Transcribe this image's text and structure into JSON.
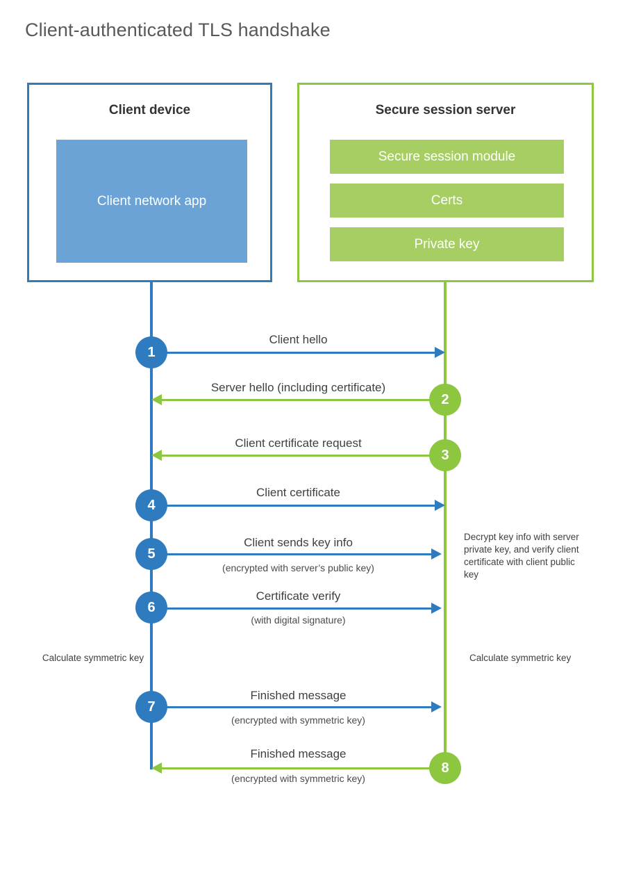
{
  "title": "Client-authenticated TLS handshake",
  "colors": {
    "client_blue": "#2e7cbf",
    "client_app_fill": "#6ba3d6",
    "server_green": "#8dc63f",
    "server_block_fill": "#a7ce62",
    "title_gray": "#58595b",
    "text_gray": "#3f3f3f",
    "background": "#ffffff"
  },
  "actors": {
    "client": {
      "title": "Client device",
      "blocks": [
        {
          "label": "Client network app"
        }
      ]
    },
    "server": {
      "title": "Secure session server",
      "blocks": [
        {
          "label": "Secure session module"
        },
        {
          "label": "Certs"
        },
        {
          "label": "Private key"
        }
      ]
    }
  },
  "messages": [
    {
      "number": "1",
      "label": "Client hello",
      "sublabel": "",
      "direction": "client-to-server",
      "badge_side": "client"
    },
    {
      "number": "2",
      "label": "Server hello (including certificate)",
      "sublabel": "",
      "direction": "server-to-client",
      "badge_side": "server"
    },
    {
      "number": "3",
      "label": "Client certificate request",
      "sublabel": "",
      "direction": "server-to-client",
      "badge_side": "server"
    },
    {
      "number": "4",
      "label": "Client certificate",
      "sublabel": "",
      "direction": "client-to-server",
      "badge_side": "client"
    },
    {
      "number": "5",
      "label": "Client sends key info",
      "sublabel": "(encrypted with server’s public key)",
      "direction": "client-to-server",
      "badge_side": "client"
    },
    {
      "number": "6",
      "label": "Certificate verify",
      "sublabel": "(with digital signature)",
      "direction": "client-to-server",
      "badge_side": "client"
    },
    {
      "number": "7",
      "label": "Finished message",
      "sublabel": "(encrypted with symmetric key)",
      "direction": "client-to-server",
      "badge_side": "client"
    },
    {
      "number": "8",
      "label": "Finished message",
      "sublabel": "(encrypted with symmetric key)",
      "direction": "server-to-client",
      "badge_side": "server"
    }
  ],
  "notes": {
    "server_decrypt": "Decrypt key info with server private key, and verify client certificate with client public key",
    "client_calculate": "Calculate symmetric key",
    "server_calculate": "Calculate symmetric key"
  }
}
